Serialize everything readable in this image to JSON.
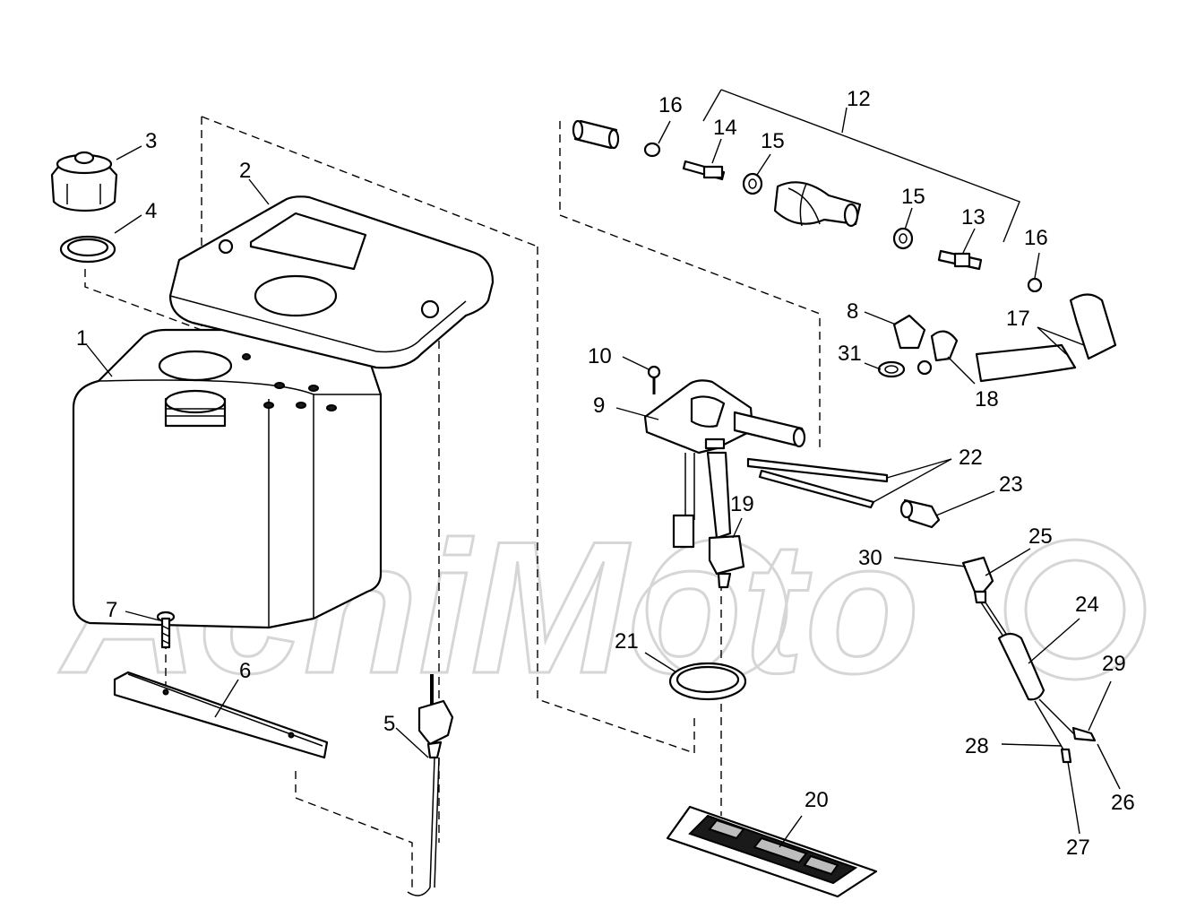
{
  "watermark": "AchiMoto",
  "callouts": {
    "c1": "1",
    "c2": "2",
    "c3": "3",
    "c4": "4",
    "c5": "5",
    "c6": "6",
    "c7": "7",
    "c8": "8",
    "c9": "9",
    "c10": "10",
    "c12": "12",
    "c13": "13",
    "c14": "14",
    "c15a": "15",
    "c15b": "15",
    "c16a": "16",
    "c16b": "16",
    "c17": "17",
    "c18": "18",
    "c19": "19",
    "c20": "20",
    "c21": "21",
    "c22": "22",
    "c23": "23",
    "c24": "24",
    "c25": "25",
    "c26": "26",
    "c27": "27",
    "c28": "28",
    "c29": "29",
    "c30": "30",
    "c31": "31"
  }
}
